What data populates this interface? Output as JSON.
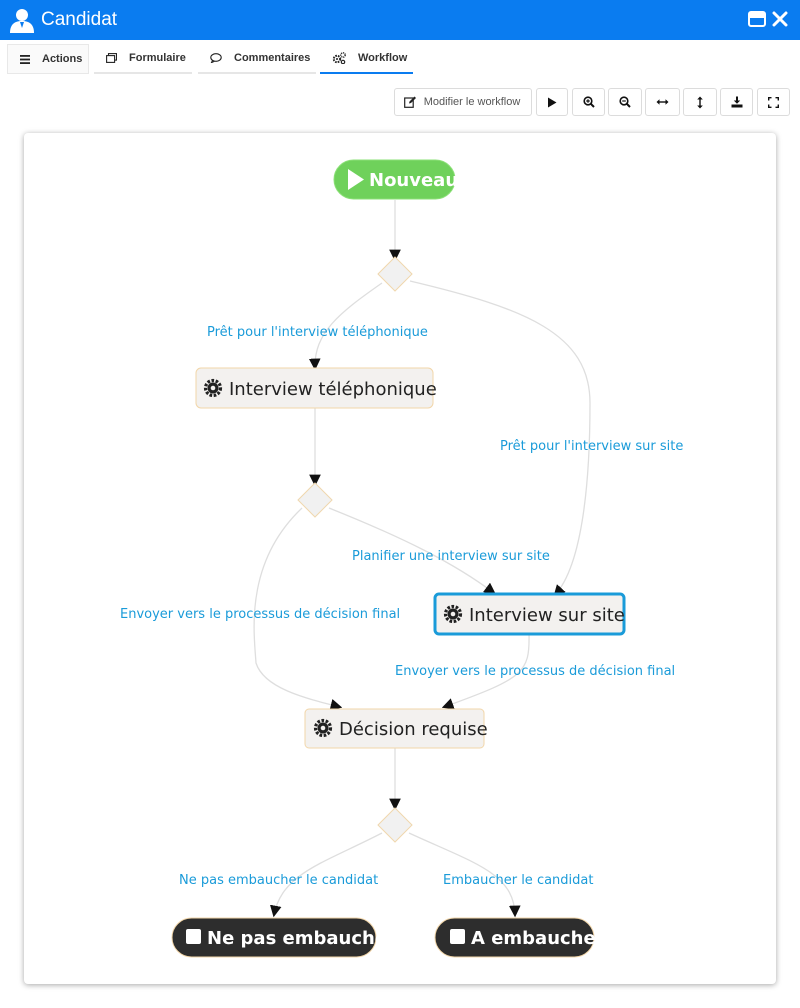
{
  "window": {
    "title": "Candidat",
    "icon": "user-icon",
    "buttons": [
      "restore-icon",
      "close-icon"
    ]
  },
  "tabs": [
    {
      "label": "Actions",
      "icon": "menu-icon"
    },
    {
      "label": "Formulaire",
      "icon": "form-icon"
    },
    {
      "label": "Commentaires",
      "icon": "comment-icon"
    },
    {
      "label": "Workflow",
      "icon": "cogs-icon",
      "active": true
    }
  ],
  "toolbar": {
    "edit_label": "Modifier le workflow",
    "buttons": [
      "play-icon",
      "zoom-in-icon",
      "zoom-out-icon",
      "fit-width-icon",
      "fit-height-icon",
      "download-icon",
      "fullscreen-icon"
    ]
  },
  "workflow": {
    "start": {
      "label": "Nouveau"
    },
    "nodes": {
      "phone": {
        "label": "Interview téléphonique"
      },
      "onsite": {
        "label": "Interview sur site",
        "selected": true
      },
      "decision": {
        "label": "Décision requise"
      }
    },
    "terminals": {
      "reject": {
        "label": "Ne pas embaucher"
      },
      "hire": {
        "label": "A embaucher"
      }
    },
    "edges": {
      "to_phone": "Prêt pour l'interview téléphonique",
      "to_onsite_direct": "Prêt pour l'interview sur site",
      "phone_to_onsite": "Planifier une interview sur site",
      "phone_to_decision": "Envoyer vers le processus de décision final",
      "onsite_to_decision": "Envoyer vers le processus de décision final",
      "to_reject": "Ne pas embaucher le candidat",
      "to_hire": "Embaucher le candidat"
    }
  },
  "colors": {
    "titlebar": "#0a7cf0",
    "start": "#6fd15b",
    "node_fill": "#f3f1ef",
    "node_border": "#f2d6a9",
    "selected_border": "#1a9bd9",
    "terminal": "#2d2d2d",
    "edge_label": "#1a9bd9"
  }
}
